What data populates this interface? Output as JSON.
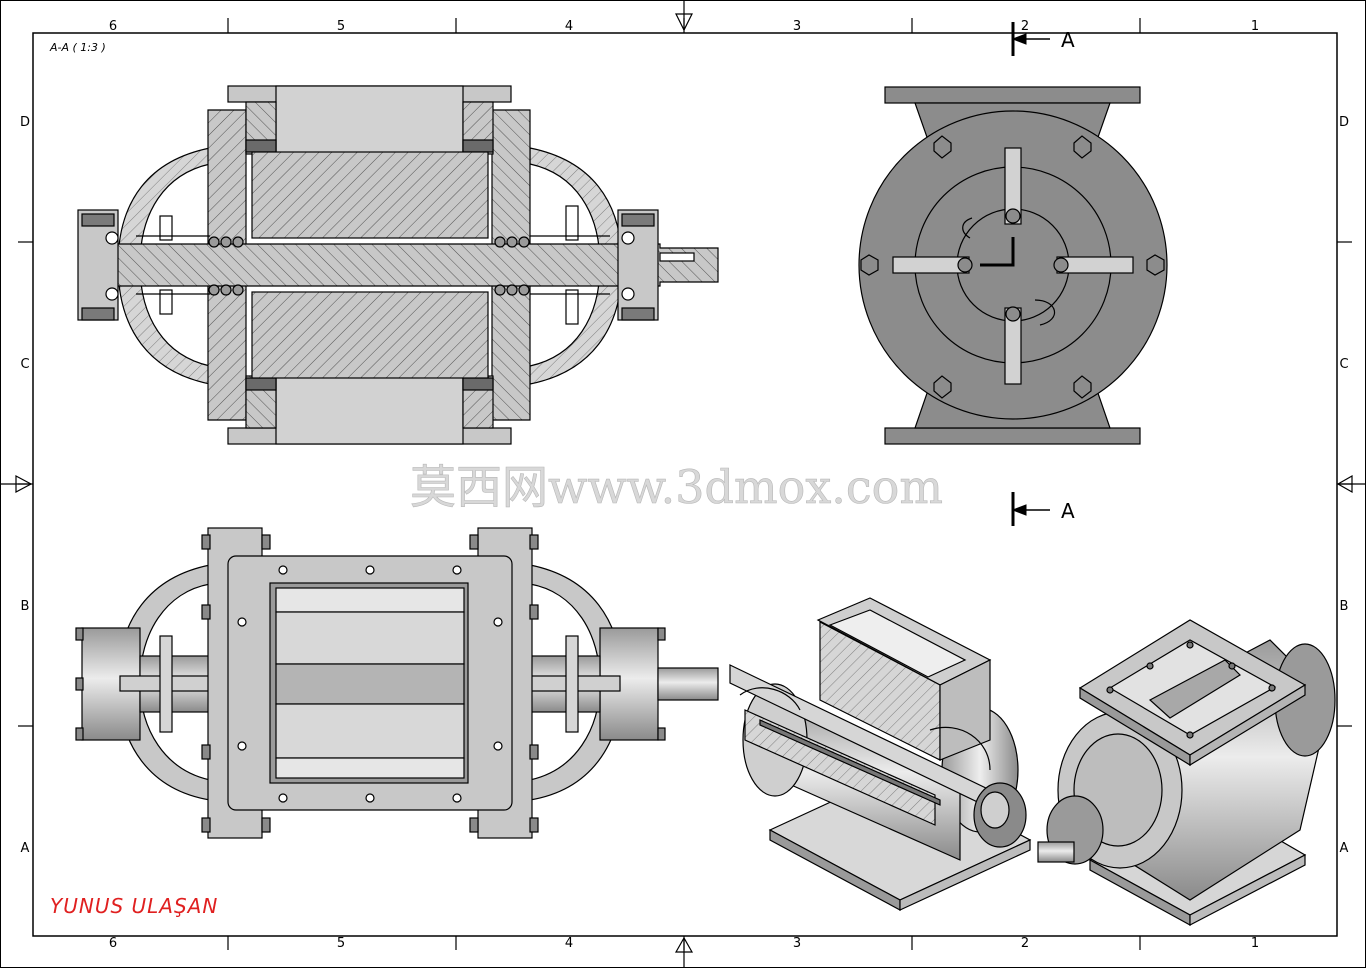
{
  "sheet": {
    "columns_top": [
      "6",
      "5",
      "4",
      "3",
      "2",
      "1"
    ],
    "columns_bottom": [
      "6",
      "5",
      "4",
      "3",
      "2",
      "1"
    ],
    "rows_left": [
      "D",
      "C",
      "B",
      "A"
    ],
    "rows_right": [
      "D",
      "C",
      "B",
      "A"
    ]
  },
  "section_view": {
    "label": "A-A ( 1:3 )"
  },
  "cutting_plane": {
    "top_label": "A",
    "bottom_label": "A"
  },
  "watermark": {
    "text": "莫西网www.3dmox.com"
  },
  "author": {
    "name": "YUNUS ULAŞAN"
  },
  "colors": {
    "part_fill": "#c8c8c8",
    "dark_part": "#7a7a7a",
    "line": "#000000",
    "author_text": "#e02020"
  }
}
